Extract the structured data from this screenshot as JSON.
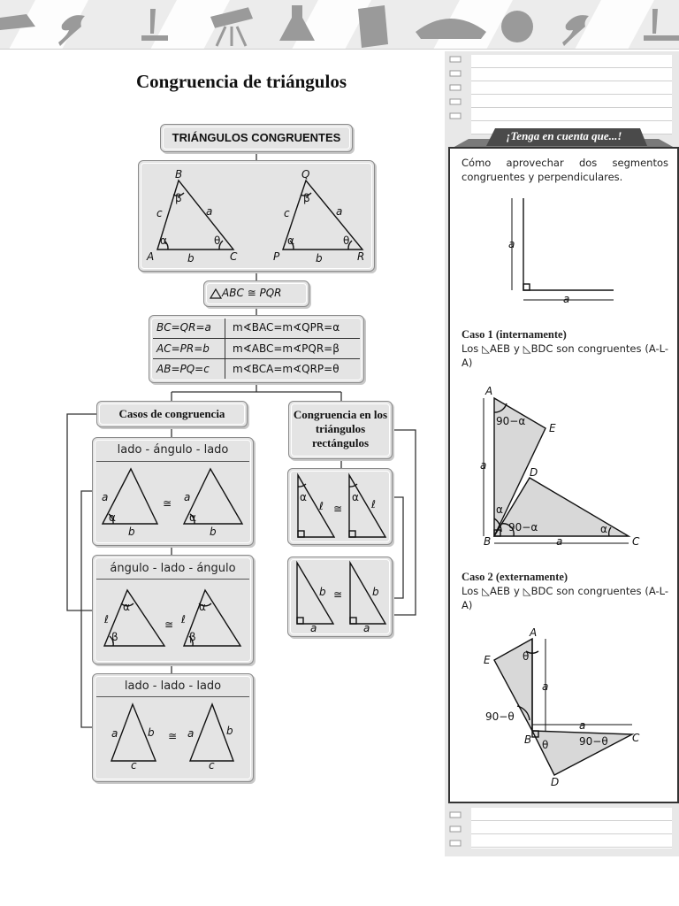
{
  "page": {
    "title": "Congruencia de triángulos"
  },
  "map": {
    "top_heading": "TRIÁNGULOS CONGRUENTES",
    "triangle_abc": {
      "B": "B",
      "A": "A",
      "C": "C",
      "c": "c",
      "a": "a",
      "b": "b",
      "beta": "β",
      "alpha": "α",
      "theta": "θ"
    },
    "triangle_pqr": {
      "Q": "Q",
      "P": "P",
      "R": "R",
      "c": "c",
      "a": "a",
      "b": "b",
      "beta": "β",
      "alpha": "α",
      "theta": "θ"
    },
    "congruence_statement": "ABC ≅ PQR",
    "equalities": [
      {
        "left": "BC=QR=a",
        "right": "m∢BAC=m∢QPR=α"
      },
      {
        "left": "AC=PR=b",
        "right": "m∢ABC=m∢PQR=β"
      },
      {
        "left": "AB=PQ=c",
        "right": "m∢BCA=m∢QRP=θ"
      }
    ],
    "casos_heading": "Casos de congruencia",
    "rect_heading": "Congruencia en los triángulos rectángulos",
    "cases": [
      {
        "title": "lado - ángulo - lado"
      },
      {
        "title": "ángulo - lado - ángulo"
      },
      {
        "title": "lado - lado - lado"
      }
    ],
    "congruent_symbol": "≅"
  },
  "sidebar": {
    "tab_label": "¡Tenga en cuenta que...!",
    "intro_text": "Cómo aprovechar dos segmentos congruentes y perpendiculares.",
    "caso1_title": "Caso 1 (internamente)",
    "caso1_text": "Los ◺AEB y ◺BDC son congruentes (A-L-A)",
    "caso2_title": "Caso 2 (externamente)",
    "caso2_text": "Los ◺AEB y ◺BDC son congruentes (A-L-A)"
  },
  "colors": {
    "box_fill": "#e4e4e4",
    "box_border": "#8a8a8a",
    "tab_dark": "#4a4a4a"
  }
}
